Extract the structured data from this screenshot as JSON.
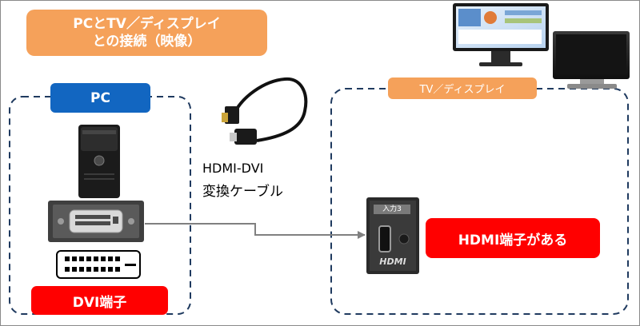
{
  "title": {
    "line1": "PCとTV／ディスプレイ",
    "line2": "との接続（映像）"
  },
  "pc_section": {
    "label": "PC",
    "port_label": "DVI端子"
  },
  "tv_section": {
    "label": "TV／ディスプレイ",
    "port_label": "HDMI端子がある",
    "port_panel_text": "入力3",
    "hdmi_logo_text": "HDMI"
  },
  "cable": {
    "line1": "HDMI-DVI",
    "line2": "変換ケーブル"
  },
  "colors": {
    "title_box": "#f5a15a",
    "pc_tag": "#1266c1",
    "tv_tag": "#f5a15a",
    "port_tag": "#ff0000",
    "dashed_border": "#1f3a5f",
    "connector_line": "#808080"
  }
}
